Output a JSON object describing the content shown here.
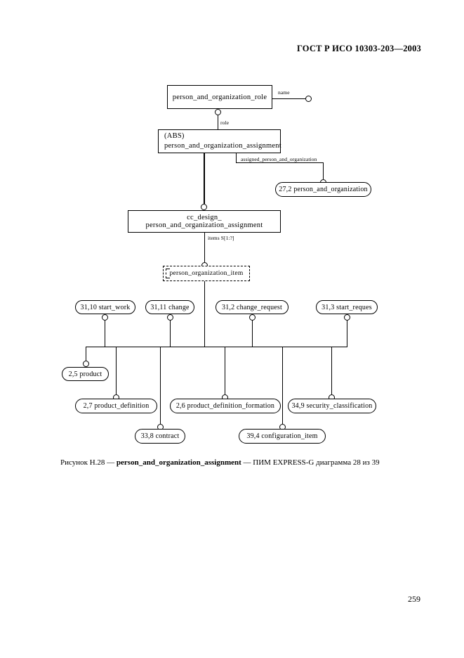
{
  "document": {
    "header": "ГОСТ Р ИСО 10303-203—2003",
    "page_number": "259"
  },
  "figure": {
    "caption_prefix": "Рисунок Н.28 — ",
    "caption_entity": "person_and_organization_assignment",
    "caption_suffix": " — ПИМ EXPRESS-G диаграмма 28 из 39"
  },
  "diagram": {
    "type": "EXPRESS-G",
    "entities": {
      "person_and_organization_role": "person_and_organization_role",
      "abs_tag": "(ABS)",
      "person_and_organization_assignment": "person_and_organization_assignment",
      "cc_design": "cc_design_ person_and_organization_assignment",
      "select_person_organization_item": "person_organization_item"
    },
    "attribute_labels": {
      "name": "name",
      "role": "role",
      "assigned_person_and_organization": "assigned_person_and_organization",
      "items": "items S[1:?]"
    },
    "page_refs": {
      "person_and_organization": "27,2 person_and_organization",
      "start_work": "31,10 start_work",
      "change": "31,11 change",
      "change_request": "31,2 change_request",
      "start_request": "31,3 start_reques",
      "product": "2,5 product",
      "product_definition": "2,7 product_definition",
      "product_definition_formation": "2,6 product_definition_formation",
      "security_classification": "34,9 security_classification",
      "contract": "33,8 contract",
      "configuration_item": "39,4 configuration_item"
    }
  }
}
